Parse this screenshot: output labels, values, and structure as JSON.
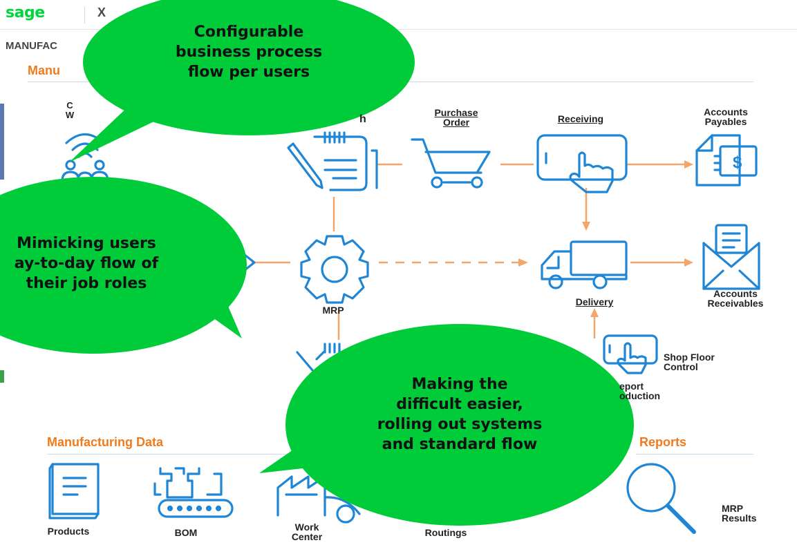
{
  "header": {
    "logo": "sage",
    "app_letter": "X",
    "breadcrumb": "MANUFAC"
  },
  "sections": {
    "manufacturing_title": "Manu",
    "data_title": "Manufacturing Data",
    "reports_title": "Reports"
  },
  "flow_nodes": {
    "workbench_line1": "C",
    "workbench_line2": "W",
    "dispatch_partial": "h",
    "purchase_order_line1": "Purchase",
    "purchase_order_line2": "Order",
    "receiving": "Receiving",
    "accounts_payables_line1": "Accounts",
    "accounts_payables_line2": "Payables",
    "mrp": "MRP",
    "delivery": "Delivery",
    "accounts_receivables_line1": "Accounts",
    "accounts_receivables_line2": "Receivables",
    "shop_floor_line1": "Shop Floor",
    "shop_floor_line2": "Control",
    "report_production_line1": "eport",
    "report_production_line2": "oduction"
  },
  "data_items": {
    "products": "Products",
    "bom": "BOM",
    "work_center_line1": "Work",
    "work_center_line2": "Center",
    "routings": "Routings"
  },
  "report_items": {
    "mrp_results_line1": "MRP",
    "mrp_results_line2": "Results"
  },
  "callouts": {
    "top": [
      "Configurable",
      "business process",
      "flow per users"
    ],
    "left": [
      "Mimicking users",
      "ay-to-day flow of",
      "their job roles"
    ],
    "bottom": [
      "Making the",
      "difficult easier,",
      "rolling out systems",
      "and standard flow"
    ]
  },
  "colors": {
    "bubble": "#00cc3a",
    "icon_blue": "#1f86d6",
    "connector_orange": "#f4a66a",
    "section_orange": "#f07b1d",
    "sage_green": "#00d639"
  }
}
